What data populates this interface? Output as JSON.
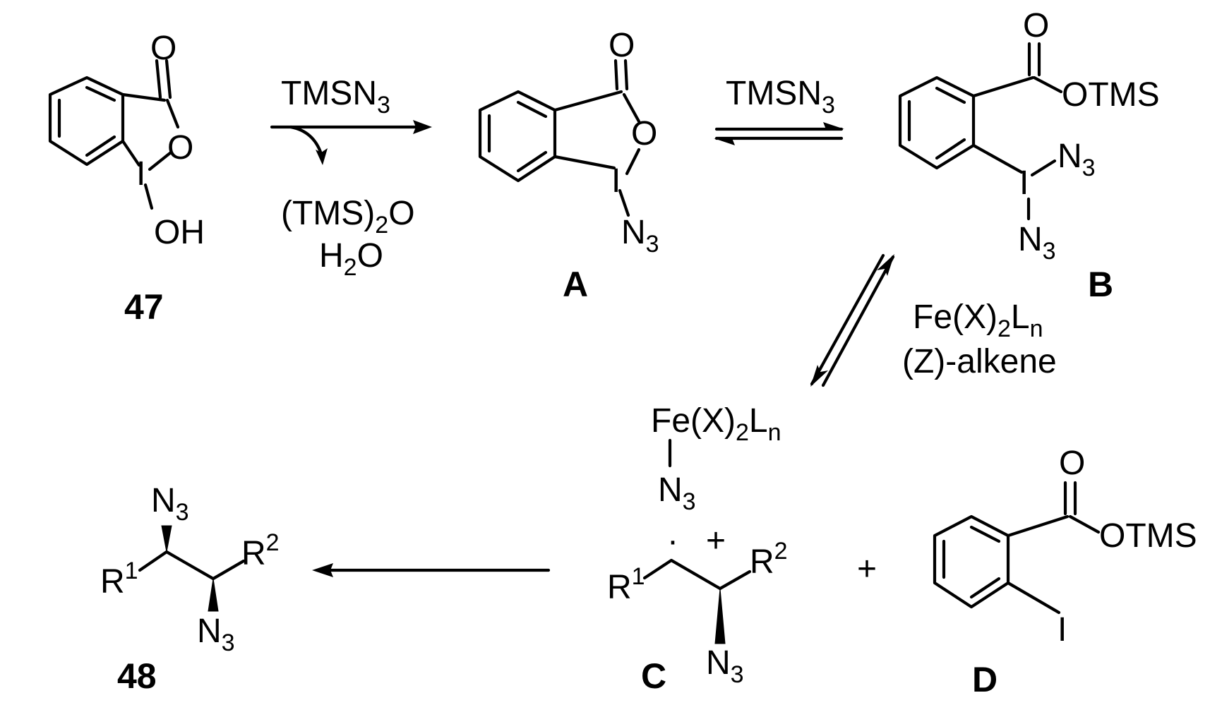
{
  "compounds": {
    "c47": {
      "label": "47",
      "o_carbonyl": "O",
      "o_ring": "O",
      "iodine": "I",
      "hydroxyl": "OH"
    },
    "a": {
      "label": "A",
      "o_carbonyl": "O",
      "o_ring": "O",
      "iodine": "I",
      "azide_n": "N",
      "azide_sub": "3"
    },
    "b": {
      "label": "B",
      "o_carbonyl": "O",
      "ester": "OTMS",
      "iodine": "I",
      "azide1_n": "N",
      "azide1_sub": "3",
      "azide2_n": "N",
      "azide2_sub": "3"
    },
    "c": {
      "label": "C",
      "r1": "R",
      "r1_sup": "1",
      "r2": "R",
      "r2_sup": "2",
      "radical": "·",
      "plus_charge": "+",
      "azide_n": "N",
      "azide_sub": "3"
    },
    "d": {
      "label": "D",
      "o_carbonyl": "O",
      "ester": "OTMS",
      "iodine": "I"
    },
    "c48": {
      "label": "48",
      "r1": "R",
      "r1_sup": "1",
      "r2": "R",
      "r2_sup": "2",
      "azide1_n": "N",
      "azide1_sub": "3",
      "azide2_n": "N",
      "azide2_sub": "3"
    }
  },
  "iron_complex": {
    "fe": "Fe(X)",
    "fe_sub": "2",
    "ln": "L",
    "ln_sub": "n",
    "azide_n": "N",
    "azide_sub": "3"
  },
  "reagents": {
    "step1_top": {
      "text": "TMSN",
      "sub": "3"
    },
    "step1_byproduct1": {
      "pre": "(TMS)",
      "sub": "2",
      "post": "O"
    },
    "step1_byproduct2": {
      "pre": "H",
      "sub": "2",
      "post": "O"
    },
    "step2_top": {
      "text": "TMSN",
      "sub": "3"
    },
    "step3_line1": {
      "pre": "Fe(X)",
      "sub": "2",
      "mid": "L",
      "sub2": "n"
    },
    "step3_line2": "(Z)-alkene"
  },
  "plus_sign": "+"
}
